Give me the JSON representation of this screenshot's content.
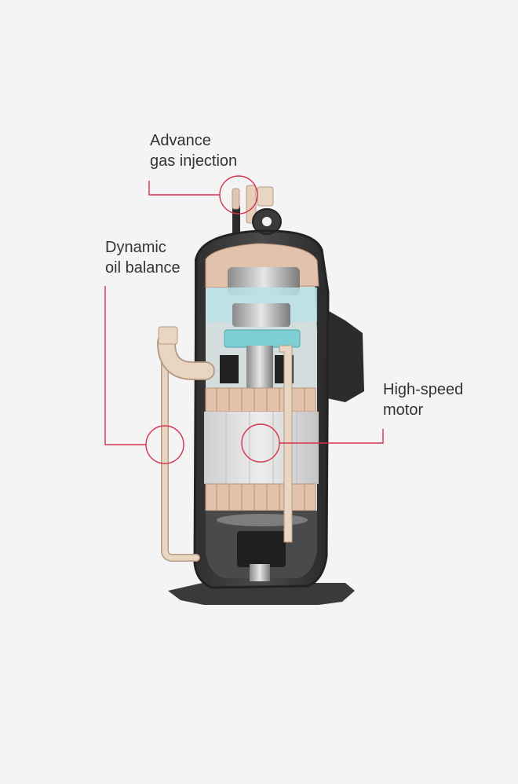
{
  "callouts": {
    "gas_injection": {
      "line1": "Advance",
      "line2": "gas injection"
    },
    "oil_balance": {
      "line1": "Dynamic",
      "line2": "oil balance"
    },
    "motor": {
      "line1": "High-speed",
      "line2": "motor"
    }
  },
  "colors": {
    "background": "#f4f4f4",
    "callout": "#d3344f",
    "shell_dark": "#3d3d3d",
    "copper": "#e3c2ab",
    "teal": "#7ecfd4",
    "stator": "#d8d8d8"
  }
}
